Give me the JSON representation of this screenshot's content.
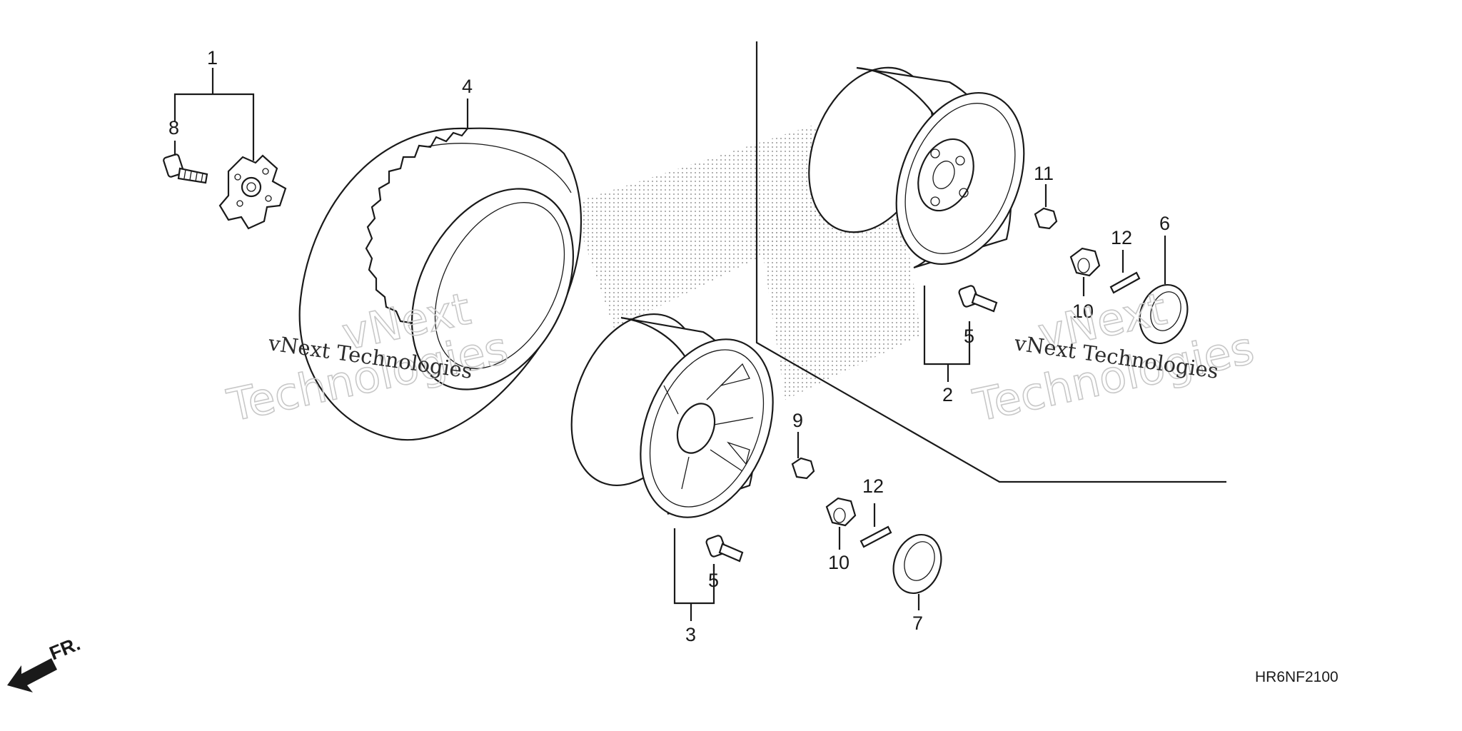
{
  "labels": {
    "p1": "1",
    "p2": "2",
    "p3": "3",
    "p4": "4",
    "p5a": "5",
    "p5b": "5",
    "p6": "6",
    "p7": "7",
    "p8": "8",
    "p9": "9",
    "p10a": "10",
    "p10b": "10",
    "p11": "11",
    "p12a": "12",
    "p12b": "12"
  },
  "diagram_code": "HR6NF2100",
  "front_marker": "FR.",
  "watermark": {
    "company": "vNext Technologies",
    "word1": "vNext",
    "word2": "Technologies"
  }
}
